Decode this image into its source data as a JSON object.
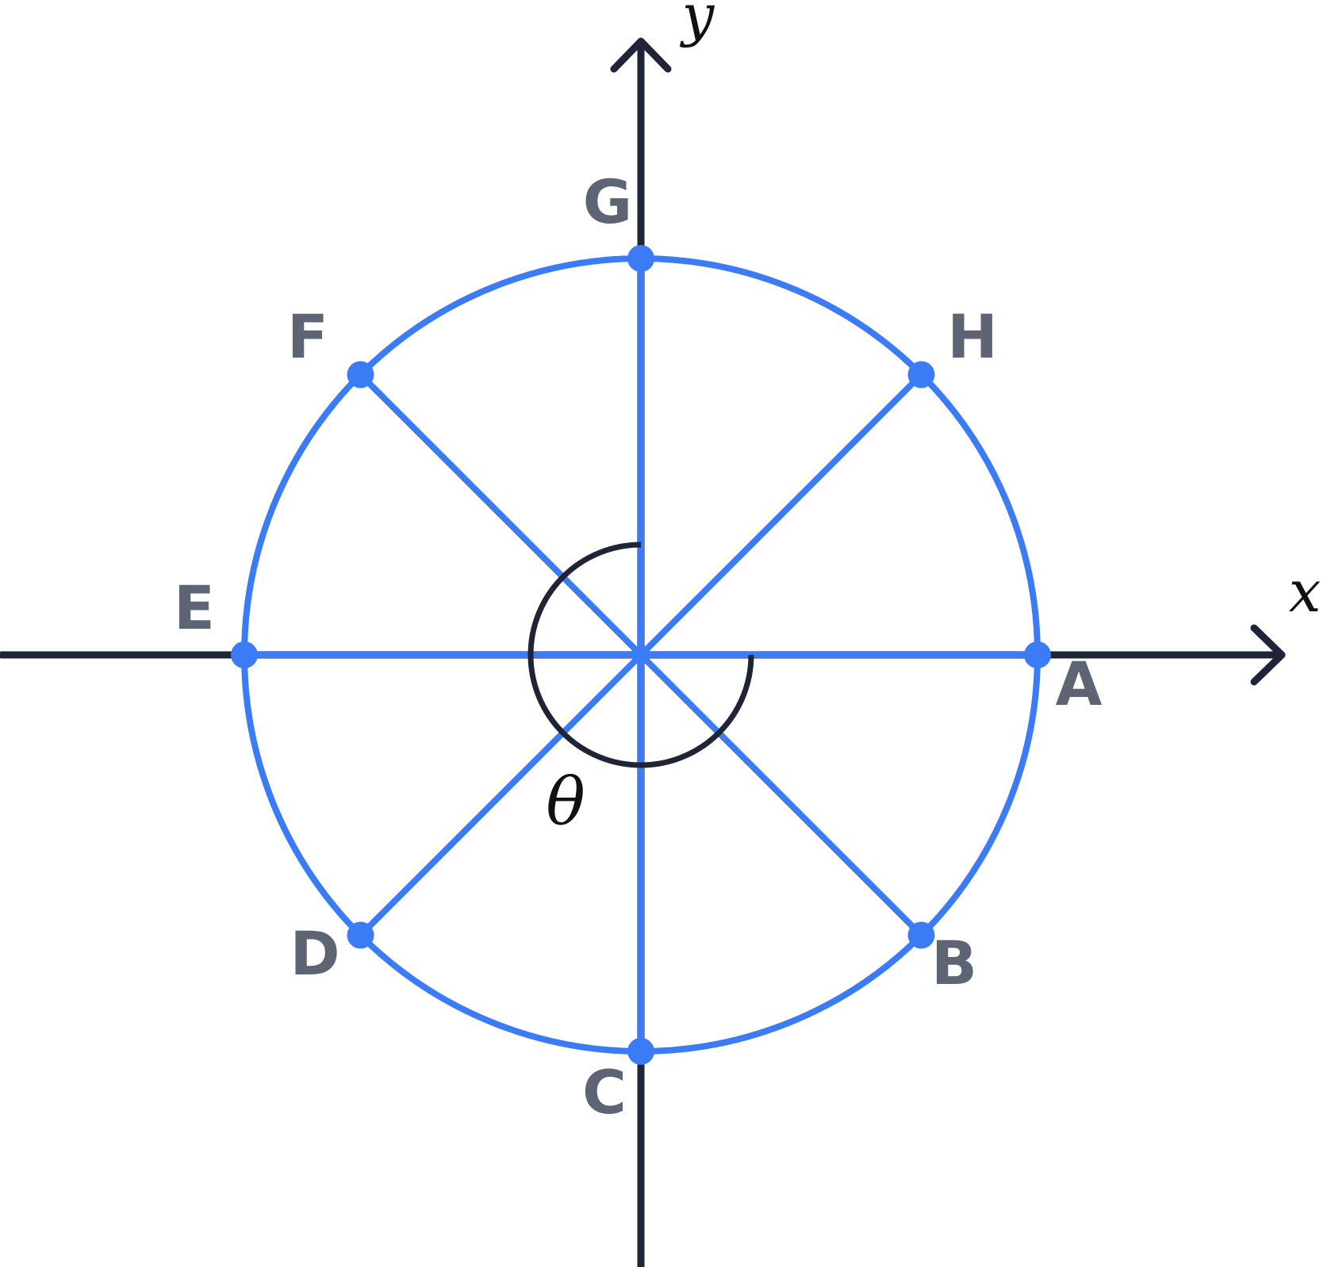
{
  "axes": {
    "x_label": "x",
    "y_label": "y"
  },
  "angle": {
    "label": "θ"
  },
  "points": {
    "A": "A",
    "B": "B",
    "C": "C",
    "D": "D",
    "E": "E",
    "F": "F",
    "G": "G",
    "H": "H"
  },
  "colors": {
    "circle": "#3b7cf6",
    "axis": "#1f2437",
    "label": "#5d6574",
    "angle_arc": "#1f2437",
    "point": "#3b7cf6"
  }
}
